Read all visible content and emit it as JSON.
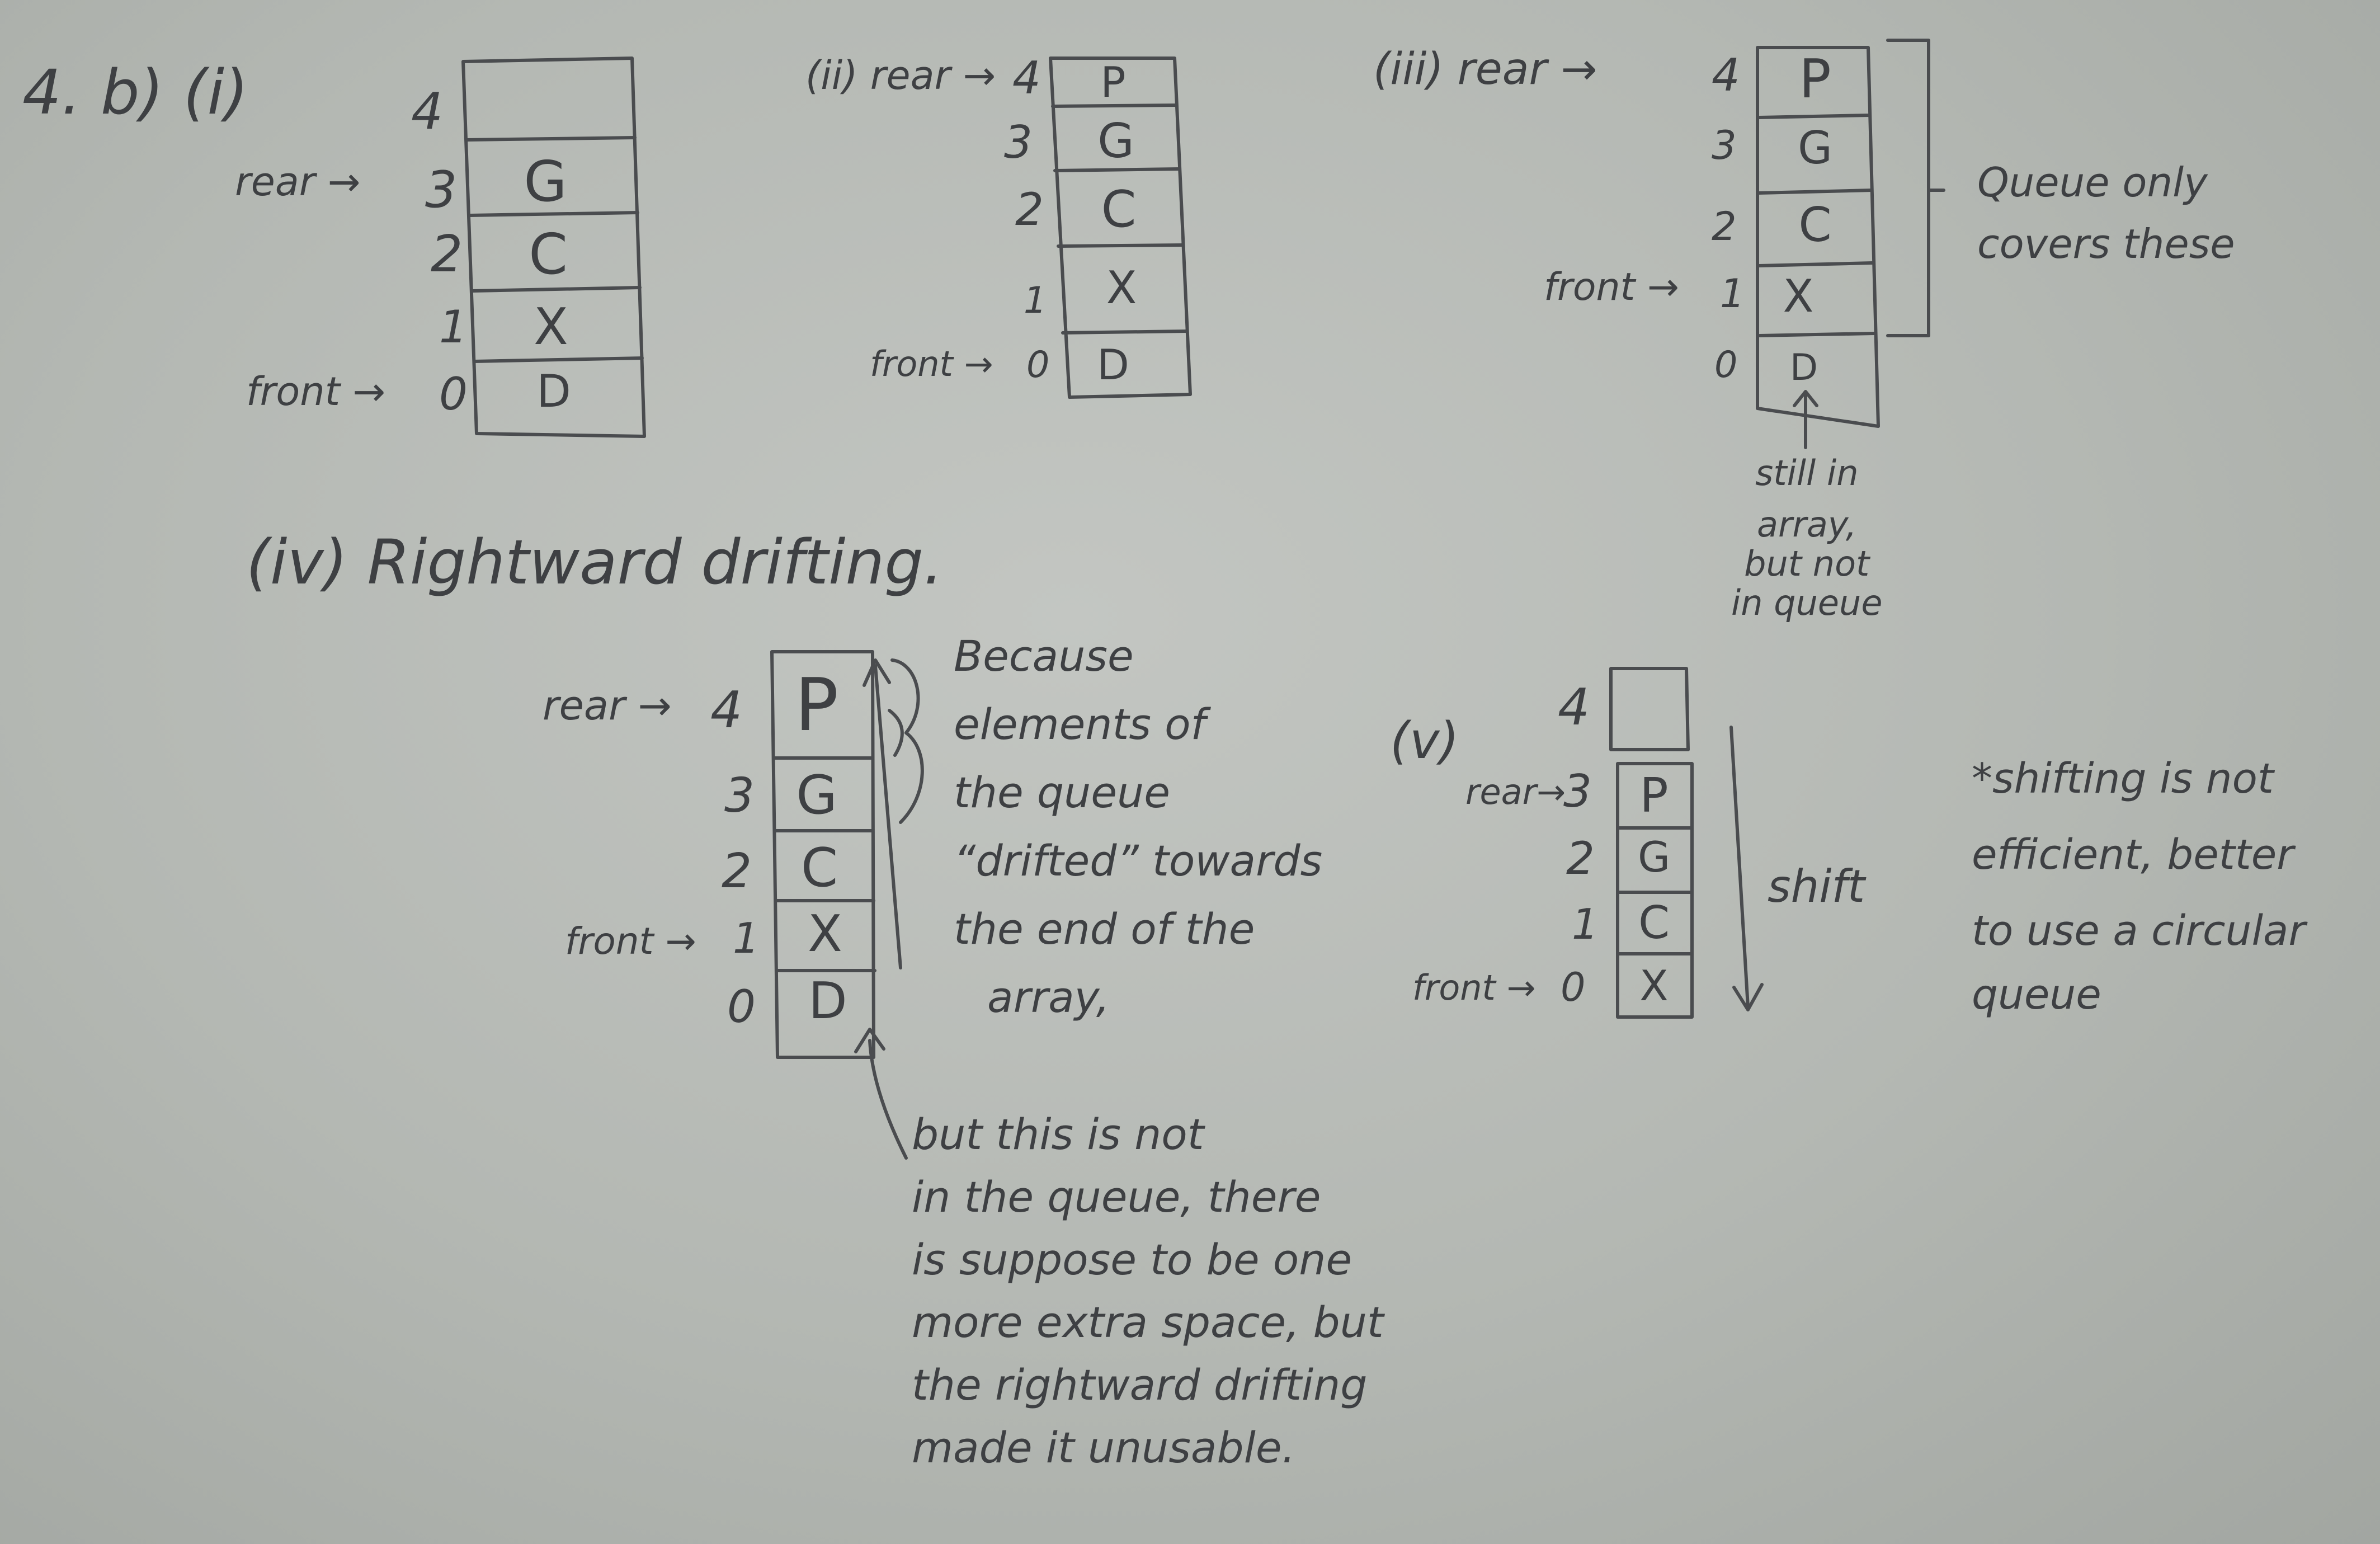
{
  "question_label": "4. b) (i)",
  "parts": [
    {
      "id": "i",
      "label": "",
      "indices": [
        "4",
        "3",
        "2",
        "1",
        "0"
      ],
      "cells": [
        "",
        "G",
        "C",
        "X",
        "D"
      ],
      "pointers": {
        "rear": "rear →",
        "front": "front →"
      }
    },
    {
      "id": "ii",
      "label": "(ii) rear →",
      "indices": [
        "4",
        "3",
        "2",
        "1",
        "0"
      ],
      "cells": [
        "P",
        "G",
        "C",
        "X",
        "D"
      ],
      "pointers": {
        "front": "front →"
      }
    },
    {
      "id": "iii",
      "label": "(iii) rear →",
      "indices": [
        "4",
        "3",
        "2",
        "1",
        "0"
      ],
      "cells": [
        "P",
        "G",
        "C",
        "X",
        "D"
      ],
      "pointers": {
        "front": "front →"
      },
      "brace_note": [
        "Queue only",
        "covers these"
      ],
      "arrow_note": [
        "still in",
        "array,",
        "but not",
        "in queue"
      ]
    },
    {
      "id": "iv",
      "label": "(iv) Rightward drifting.",
      "indices": [
        "4",
        "3",
        "2",
        "1",
        "0"
      ],
      "cells": [
        "P",
        "G",
        "C",
        "X",
        "D"
      ],
      "pointers": {
        "rear": "rear →",
        "front": "front →"
      },
      "side_note": [
        "Because",
        "elements of",
        "the queue",
        "“drifted” towards",
        "the end of the",
        "array,"
      ],
      "bottom_note": [
        "but this is not",
        "in the queue, there",
        "is suppose to be one",
        "more extra space, but",
        "the rightward drifting",
        "made it unusable."
      ]
    },
    {
      "id": "v",
      "label": "(v)",
      "indices": [
        "4",
        "3",
        "2",
        "1",
        "0"
      ],
      "cells": [
        "",
        "P",
        "G",
        "C",
        "X"
      ],
      "pointers": {
        "rear": "rear→",
        "front": "front →"
      },
      "shift_label": "shift",
      "star_note": [
        "*shifting is not",
        "efficient, better",
        "to use a circular",
        "queue"
      ]
    }
  ]
}
